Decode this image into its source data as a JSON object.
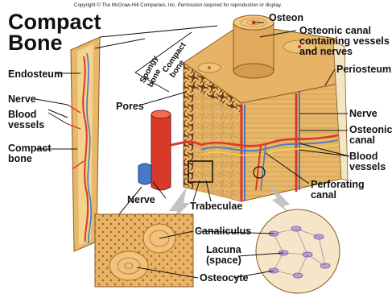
{
  "copyright": "Copyright © The McGraw-Hill Companies, Inc. Permission required for reproduction or display.",
  "title_line1": "Compact",
  "title_line2": "Bone",
  "labels": {
    "osteon": "Osteon",
    "osteonic_canal_vessels": "Osteonic canal\ncontaining vessels\nand nerves",
    "periosteum": "Periosteum",
    "endosteum": "Endosteum",
    "nerve_left": "Nerve",
    "blood_vessels_left": "Blood\nvessels",
    "compact_bone_left": "Compact\nbone",
    "spongy_bone": "Spongy\nbone",
    "compact_bone_rot": "Compact\nbone",
    "pores": "Pores",
    "nerve_right": "Nerve",
    "osteonic_canal": "Osteonic\ncanal",
    "blood_vessels_right": "Blood\nvessels",
    "perforating_canal": "Perforating\ncanal",
    "nerve_bottom": "Nerve",
    "trabeculae": "Trabeculae",
    "canaliculus": "Canaliculus",
    "lacuna": "Lacuna\n(space)",
    "osteocyte": "Osteocyte"
  },
  "colors": {
    "bone": "#e8b86a",
    "bone_dark": "#c98a3a",
    "bone_light": "#f3d38e",
    "artery": "#d83a2a",
    "vein": "#4a78c8",
    "nerve": "#f2d24a",
    "cell": "#b795c8"
  }
}
